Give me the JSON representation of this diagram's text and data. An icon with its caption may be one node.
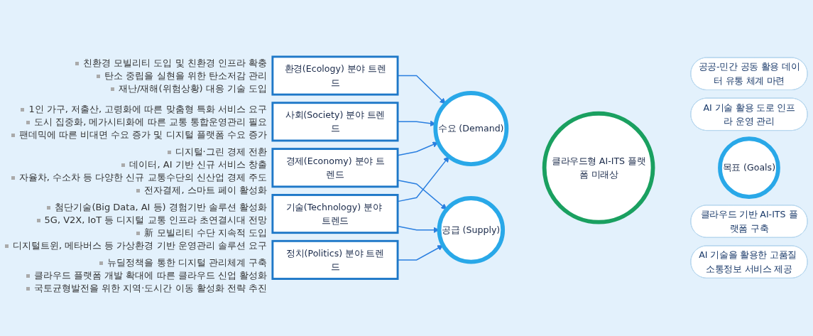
{
  "diagram": {
    "nodes": [
      {
        "text": [
          "환경(Ecology) 분야 트렌드"
        ],
        "beside": [
          "친환경 모빌리티 도입 및 친환경 인프라 확충",
          "탄소 중립을 실현을 위한 탄소저감 관리",
          "재난/재해(위험상황) 대응 기술 도입"
        ]
      },
      {
        "text": [
          "사회(Society) 분야 트렌드"
        ],
        "beside": [
          "1인 가구, 저출산, 고령화에 따른 맞춤형 특화 서비스 요구",
          "도시 집중화, 메가시티화에 따른 교통 통합운영관리 필요",
          "팬데믹에 따른 비대면 수요 증가 및 디지털 플랫폼 수요 증가"
        ]
      },
      {
        "text": [
          "경제(Economy) 분야 트렌드"
        ],
        "beside": [
          "디지털·그린 경제 전환",
          "데이터, AI 기반 신규 서비스 창출",
          "자율차, 수소차 등 다양한 신규 교통수단의 신산업 경제 주도",
          "전자결제, 스마트 페이 활성화"
        ]
      },
      {
        "text": [
          "정치(Politics) 분야 트렌드"
        ],
        "beside": [
          "뉴딜정책을 통한 디지털 관리체계 구축",
          "클라우드 플랫폼 개발 확대에 따른 클라우드 신업 활성화",
          "국토균형발전을 위한 지역·도시간 이동 활성화 전략 추진"
        ]
      },
      {
        "text": [
          "기술(Technology) 분야 트렌드"
        ],
        "beside": [
          "첨단기술(Big Data, AI 등) 경험기반 솔루션 활성화",
          "5G, V2X, IoT 등 디지털 교통 인프라 초연결시대 전망",
          "新 모빌리티 수단 지속적 도입",
          "디지털트윈, 메타버스 등 가상환경 기반 운영관리 솔루션 요구"
        ]
      },
      {
        "text": [
          "수요 (Demand)"
        ]
      },
      {
        "text": [
          "공급 (Supply)"
        ]
      },
      {
        "text": [
          "클라우드형 AI-ITS 플랫폼 미래상"
        ]
      },
      {
        "text": [
          "목표 (Goals)"
        ]
      },
      {
        "text": [
          "공공-민간 공동 활용 데이터 유통 체계 마련"
        ]
      },
      {
        "text": [
          "AI 기술 활용 도로 인프라 운영 관리"
        ]
      },
      {
        "text": [
          "클라우드 기반 AI-ITS 플랫폼 구축"
        ]
      },
      {
        "text": [
          "AI 기술을 활용한 고품질 소통정보 서비스 제공"
        ]
      }
    ],
    "edges": [
      {
        "from": 0,
        "to": 5,
        "arrow": "to"
      },
      {
        "from": 1,
        "to": 5,
        "arrow": "to"
      },
      {
        "from": 2,
        "to": 5,
        "arrow": "to"
      },
      {
        "from": 2,
        "to": 6,
        "arrow": "to"
      },
      {
        "from": 3,
        "to": 6,
        "arrow": "to"
      },
      {
        "from": 4,
        "to": 5,
        "arrow": "to"
      },
      {
        "from": 4,
        "to": 6,
        "arrow": "to"
      }
    ]
  }
}
